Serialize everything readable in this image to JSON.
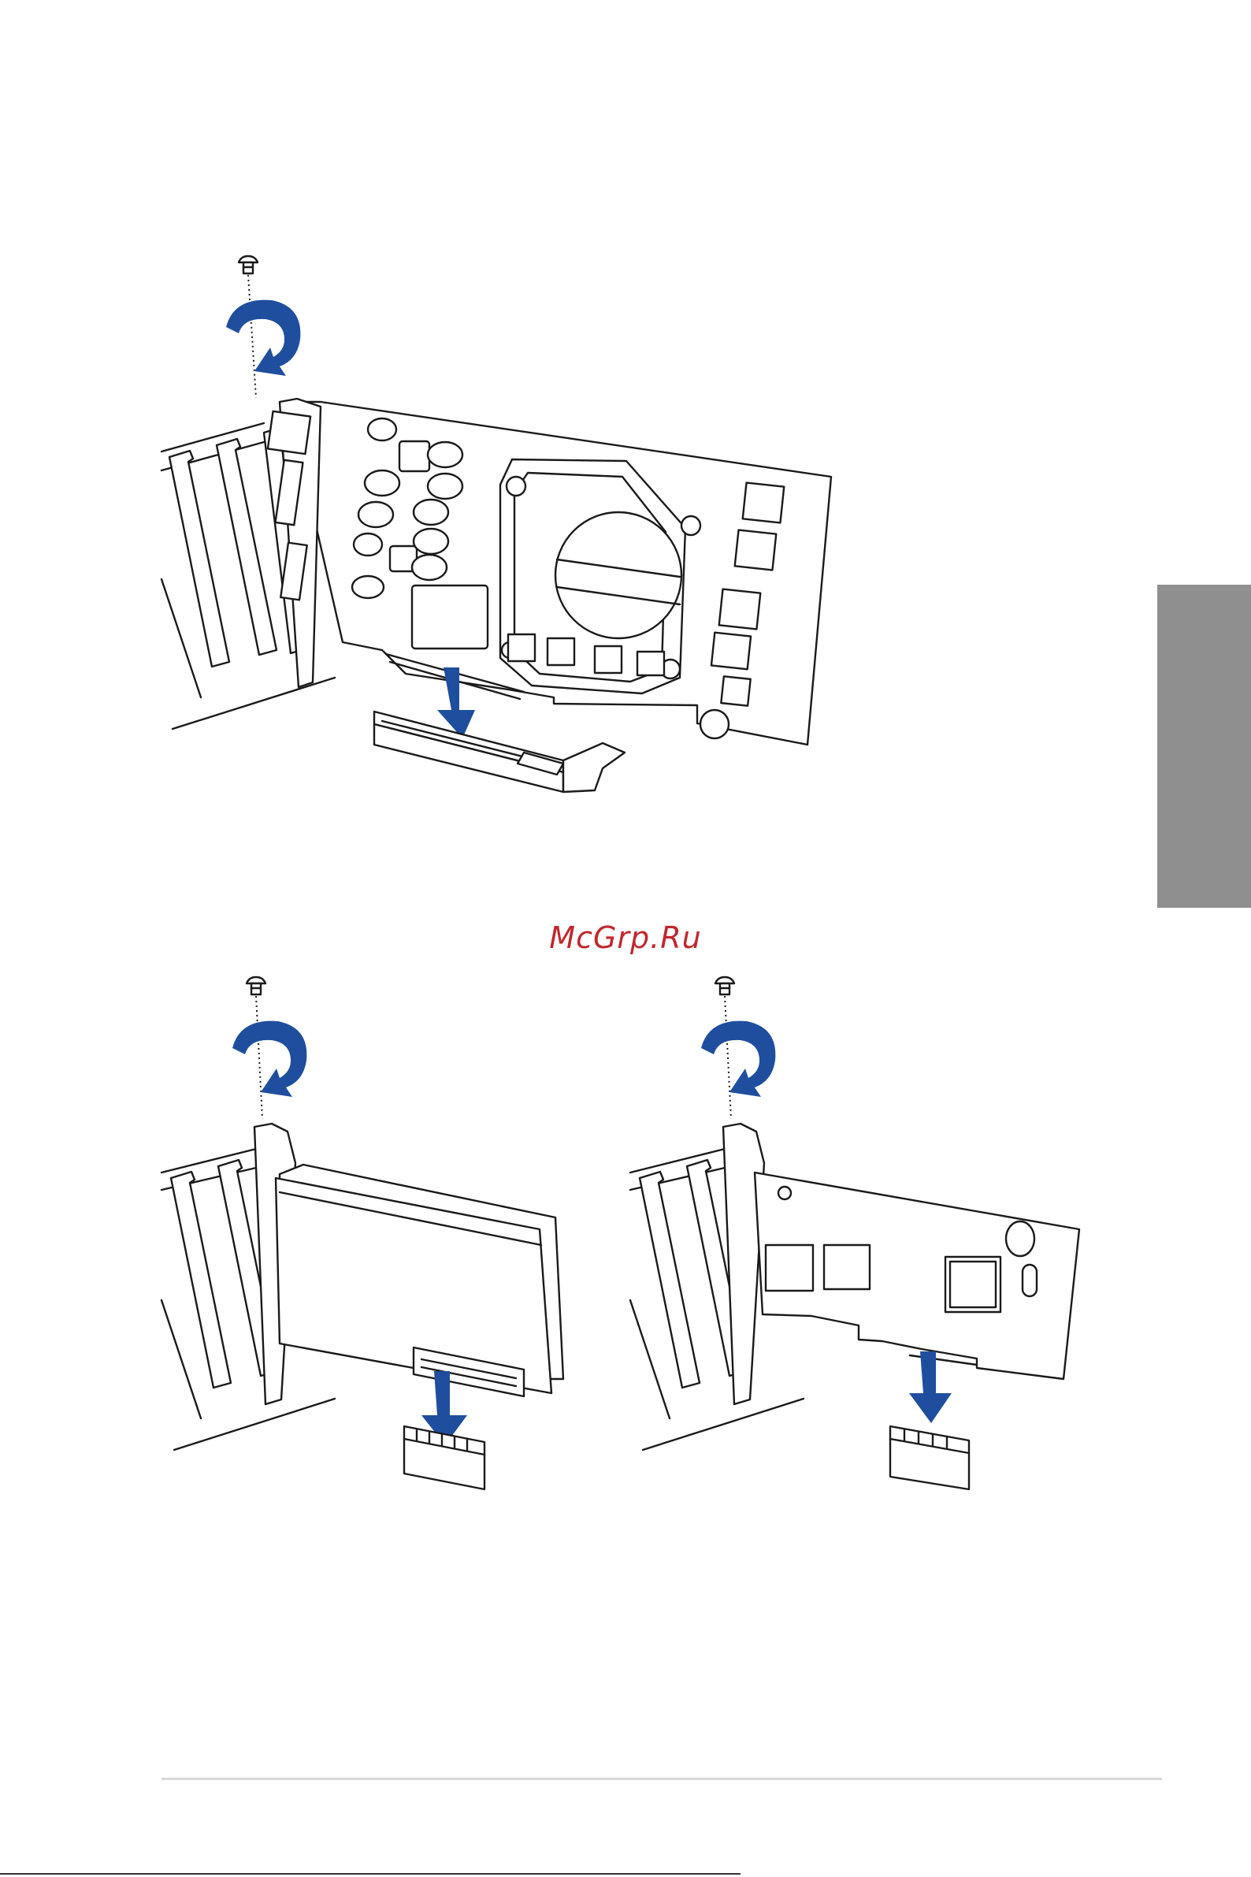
{
  "watermark": {
    "text": "McGrp.Ru"
  },
  "colors": {
    "arrow": "#1f4e9e",
    "watermark": "#c0272d",
    "side_tab": "#8f8f8f",
    "line": "#1a1a1a"
  },
  "figures": [
    {
      "name": "graphics-card-installation",
      "icons": [
        "screw-icon",
        "rotate-arrow-icon",
        "insert-arrow-icon"
      ]
    },
    {
      "name": "storage-card-installation",
      "icons": [
        "screw-icon",
        "rotate-arrow-icon",
        "insert-arrow-icon"
      ]
    },
    {
      "name": "expansion-card-installation",
      "icons": [
        "screw-icon",
        "rotate-arrow-icon",
        "insert-arrow-icon"
      ]
    }
  ]
}
